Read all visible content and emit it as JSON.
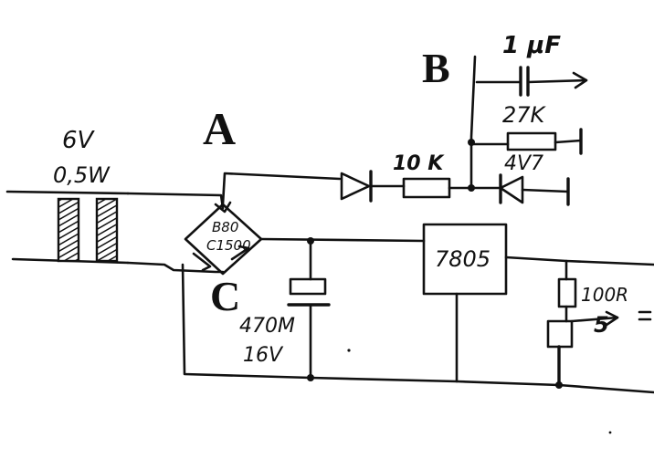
{
  "labels": {
    "node_a": "A",
    "node_b": "B",
    "node_c": "C"
  },
  "transformer": {
    "voltage": "6V",
    "power": "0,5W"
  },
  "bridge": {
    "line1": "B80",
    "line2": "C1500"
  },
  "capacitor_main": {
    "value": "470M",
    "voltage": "16V"
  },
  "regulator": {
    "part": "7805"
  },
  "resistor_10k": {
    "value": "10 K"
  },
  "resistor_27k": {
    "value": "27K"
  },
  "zener": {
    "value": "4V7"
  },
  "capacitor_top": {
    "value": "1 μF"
  },
  "resistor_100r": {
    "value": "100R"
  },
  "pot_mark": {
    "value": "5"
  }
}
